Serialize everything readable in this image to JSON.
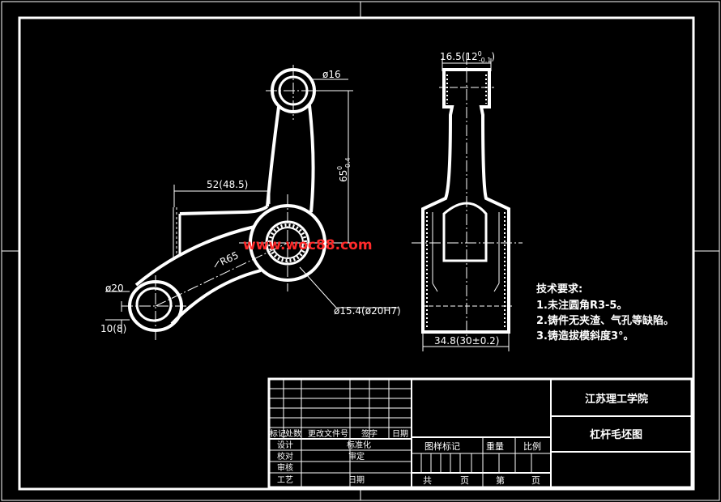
{
  "dimensions": {
    "d16": "ø16",
    "d20": "ø20",
    "d15": "ø15.4(ø20H7)",
    "r65": "R65",
    "w52": "52(48.5)",
    "h65": "65",
    "h65_tol": "0",
    "h65_tol2": "-0.4",
    "w10": "10(8)",
    "top_w": "16.5(12",
    "top_w_sup": "0",
    "top_w_sub": "-0.1",
    "top_w_close": ")",
    "bottom_w": "34.8(30±0.2)"
  },
  "notes": {
    "title": "技术要求:",
    "items": [
      "1.未注圆角R3-5。",
      "2.铸件无夹渣、气孔等缺陷。",
      "3.铸造拔模斜度3°。"
    ]
  },
  "watermark": "www.woc88.com",
  "title_block": {
    "school": "江苏理工学院",
    "drawing_name": "杠杆毛坯图",
    "row_headers": [
      "标记",
      "处数",
      "更改文件号",
      "签字",
      "日期"
    ],
    "design": "设计",
    "standard": "标准化",
    "check": "校对",
    "review": "审定",
    "audit": "审核",
    "process": "工艺",
    "date": "日期",
    "stage_mark": "图样标记",
    "weight": "重量",
    "scale": "比例",
    "total": "共",
    "page1": "页",
    "no": "第",
    "page2": "页"
  },
  "colors": {
    "line": "#ffffff",
    "bg": "#000000",
    "watermark": "#ff2a2a"
  }
}
